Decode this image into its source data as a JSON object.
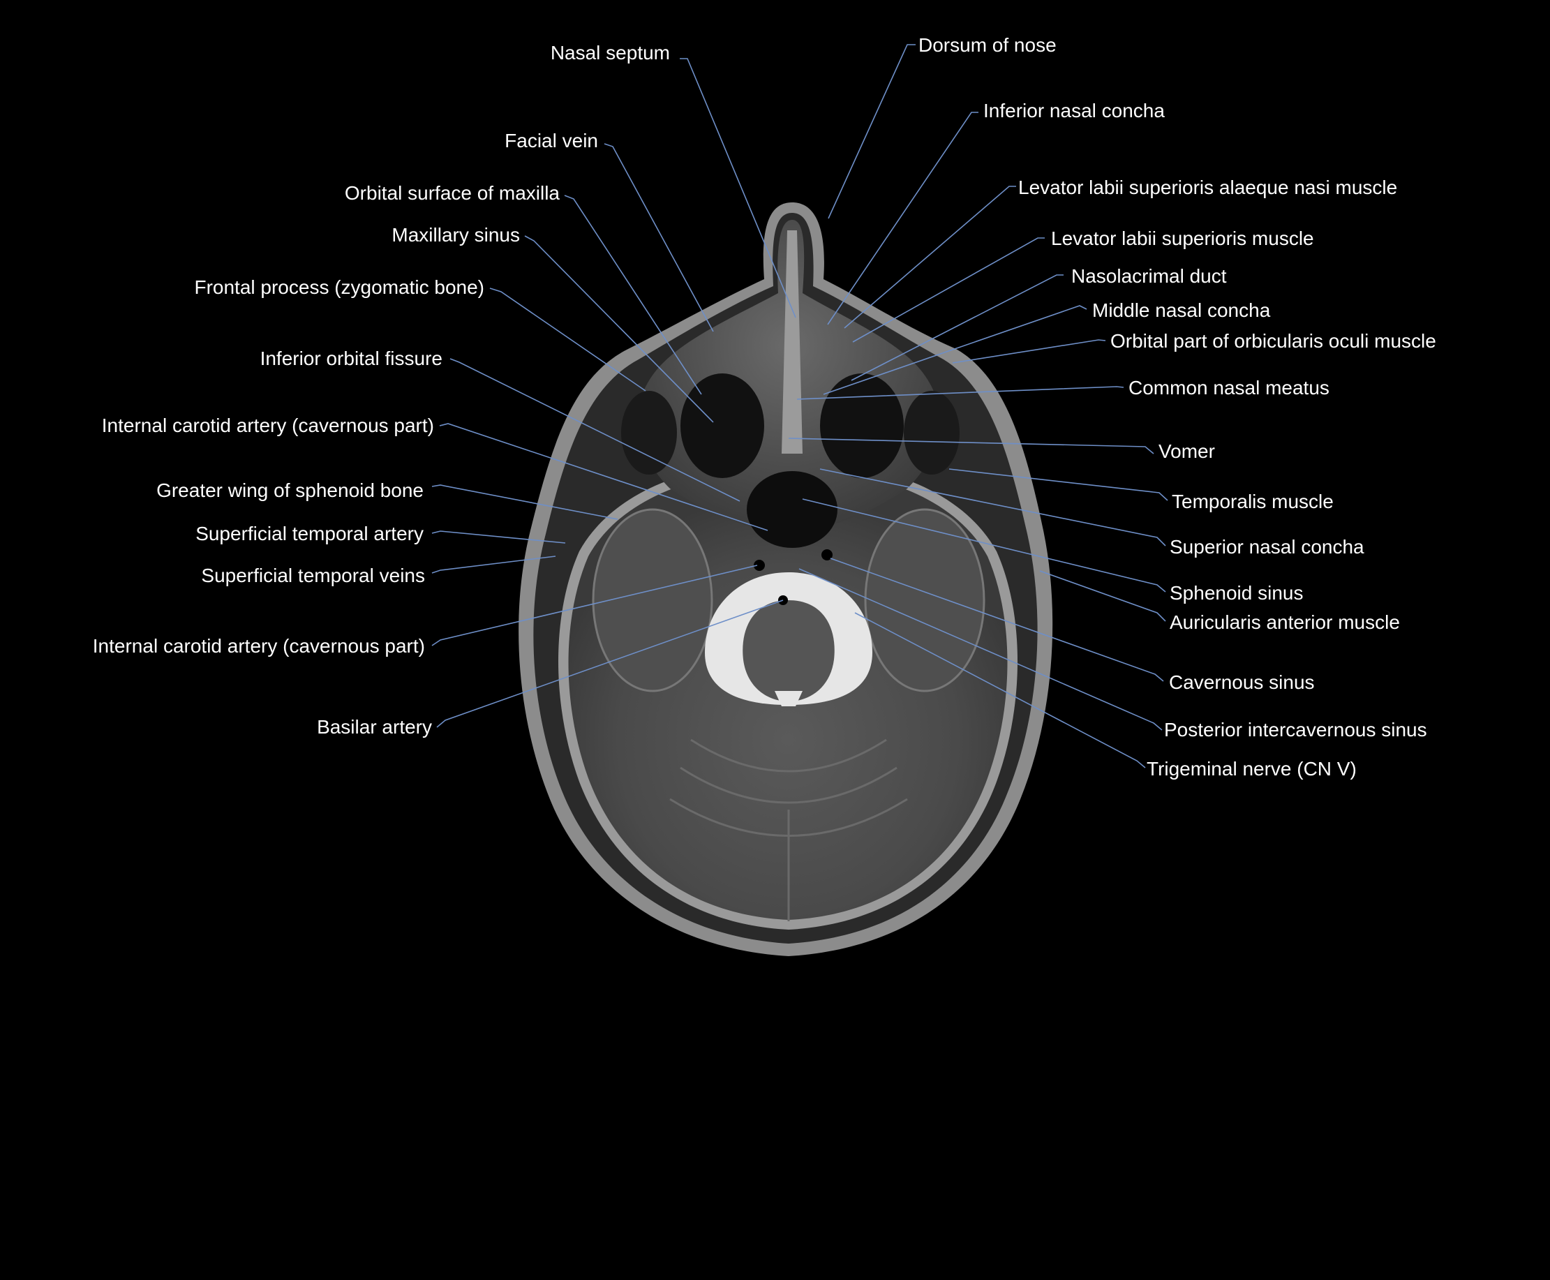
{
  "figure": {
    "image": "axial T2-weighted MRI slice of the head at the level of the nasal cavity and pons",
    "colors": {
      "background": "#000000",
      "label_text": "#ffffff",
      "leader_line": "#6e8fc8"
    }
  },
  "labels": {
    "left": [
      {
        "id": "nasal-septum",
        "text": "Nasal septum"
      },
      {
        "id": "facial-vein",
        "text": "Facial vein"
      },
      {
        "id": "orbital-surface-of-maxilla",
        "text": "Orbital surface of maxilla"
      },
      {
        "id": "maxillary-sinus",
        "text": "Maxillary sinus"
      },
      {
        "id": "frontal-process-zygomatic-bone",
        "text": "Frontal process (zygomatic bone)"
      },
      {
        "id": "inferior-orbital-fissure",
        "text": "Inferior orbital fissure"
      },
      {
        "id": "internal-carotid-artery-1",
        "text": "Internal carotid artery (cavernous part)"
      },
      {
        "id": "greater-wing-of-sphenoid-bone",
        "text": "Greater wing of sphenoid bone"
      },
      {
        "id": "superficial-temporal-artery",
        "text": "Superficial temporal artery"
      },
      {
        "id": "superficial-temporal-veins",
        "text": "Superficial temporal veins"
      },
      {
        "id": "internal-carotid-artery-2",
        "text": "Internal carotid artery (cavernous part)"
      },
      {
        "id": "basilar-artery",
        "text": "Basilar artery"
      }
    ],
    "right": [
      {
        "id": "dorsum-of-nose",
        "text": "Dorsum of nose"
      },
      {
        "id": "inferior-nasal-concha",
        "text": "Inferior nasal concha"
      },
      {
        "id": "levator-labii-superioris-alaeque-nasi-muscle",
        "text": "Levator labii superioris alaeque nasi muscle"
      },
      {
        "id": "levator-labii-superioris-muscle",
        "text": "Levator labii superioris muscle"
      },
      {
        "id": "nasolacrimal-duct",
        "text": "Nasolacrimal duct"
      },
      {
        "id": "middle-nasal-concha",
        "text": "Middle nasal concha"
      },
      {
        "id": "orbital-part-of-orbicularis-oculi-muscle",
        "text": "Orbital part of orbicularis oculi muscle"
      },
      {
        "id": "common-nasal-meatus",
        "text": "Common nasal meatus"
      },
      {
        "id": "vomer",
        "text": "Vomer"
      },
      {
        "id": "temporalis-muscle",
        "text": "Temporalis muscle"
      },
      {
        "id": "superior-nasal-concha",
        "text": "Superior nasal concha"
      },
      {
        "id": "sphenoid-sinus",
        "text": "Sphenoid sinus"
      },
      {
        "id": "auricularis-anterior-muscle",
        "text": "Auricularis anterior muscle"
      },
      {
        "id": "cavernous-sinus",
        "text": "Cavernous sinus"
      },
      {
        "id": "posterior-intercavernous-sinus",
        "text": "Posterior intercavernous sinus"
      },
      {
        "id": "trigeminal-nerve-cn-v",
        "text": "Trigeminal nerve (CN V)"
      }
    ]
  }
}
